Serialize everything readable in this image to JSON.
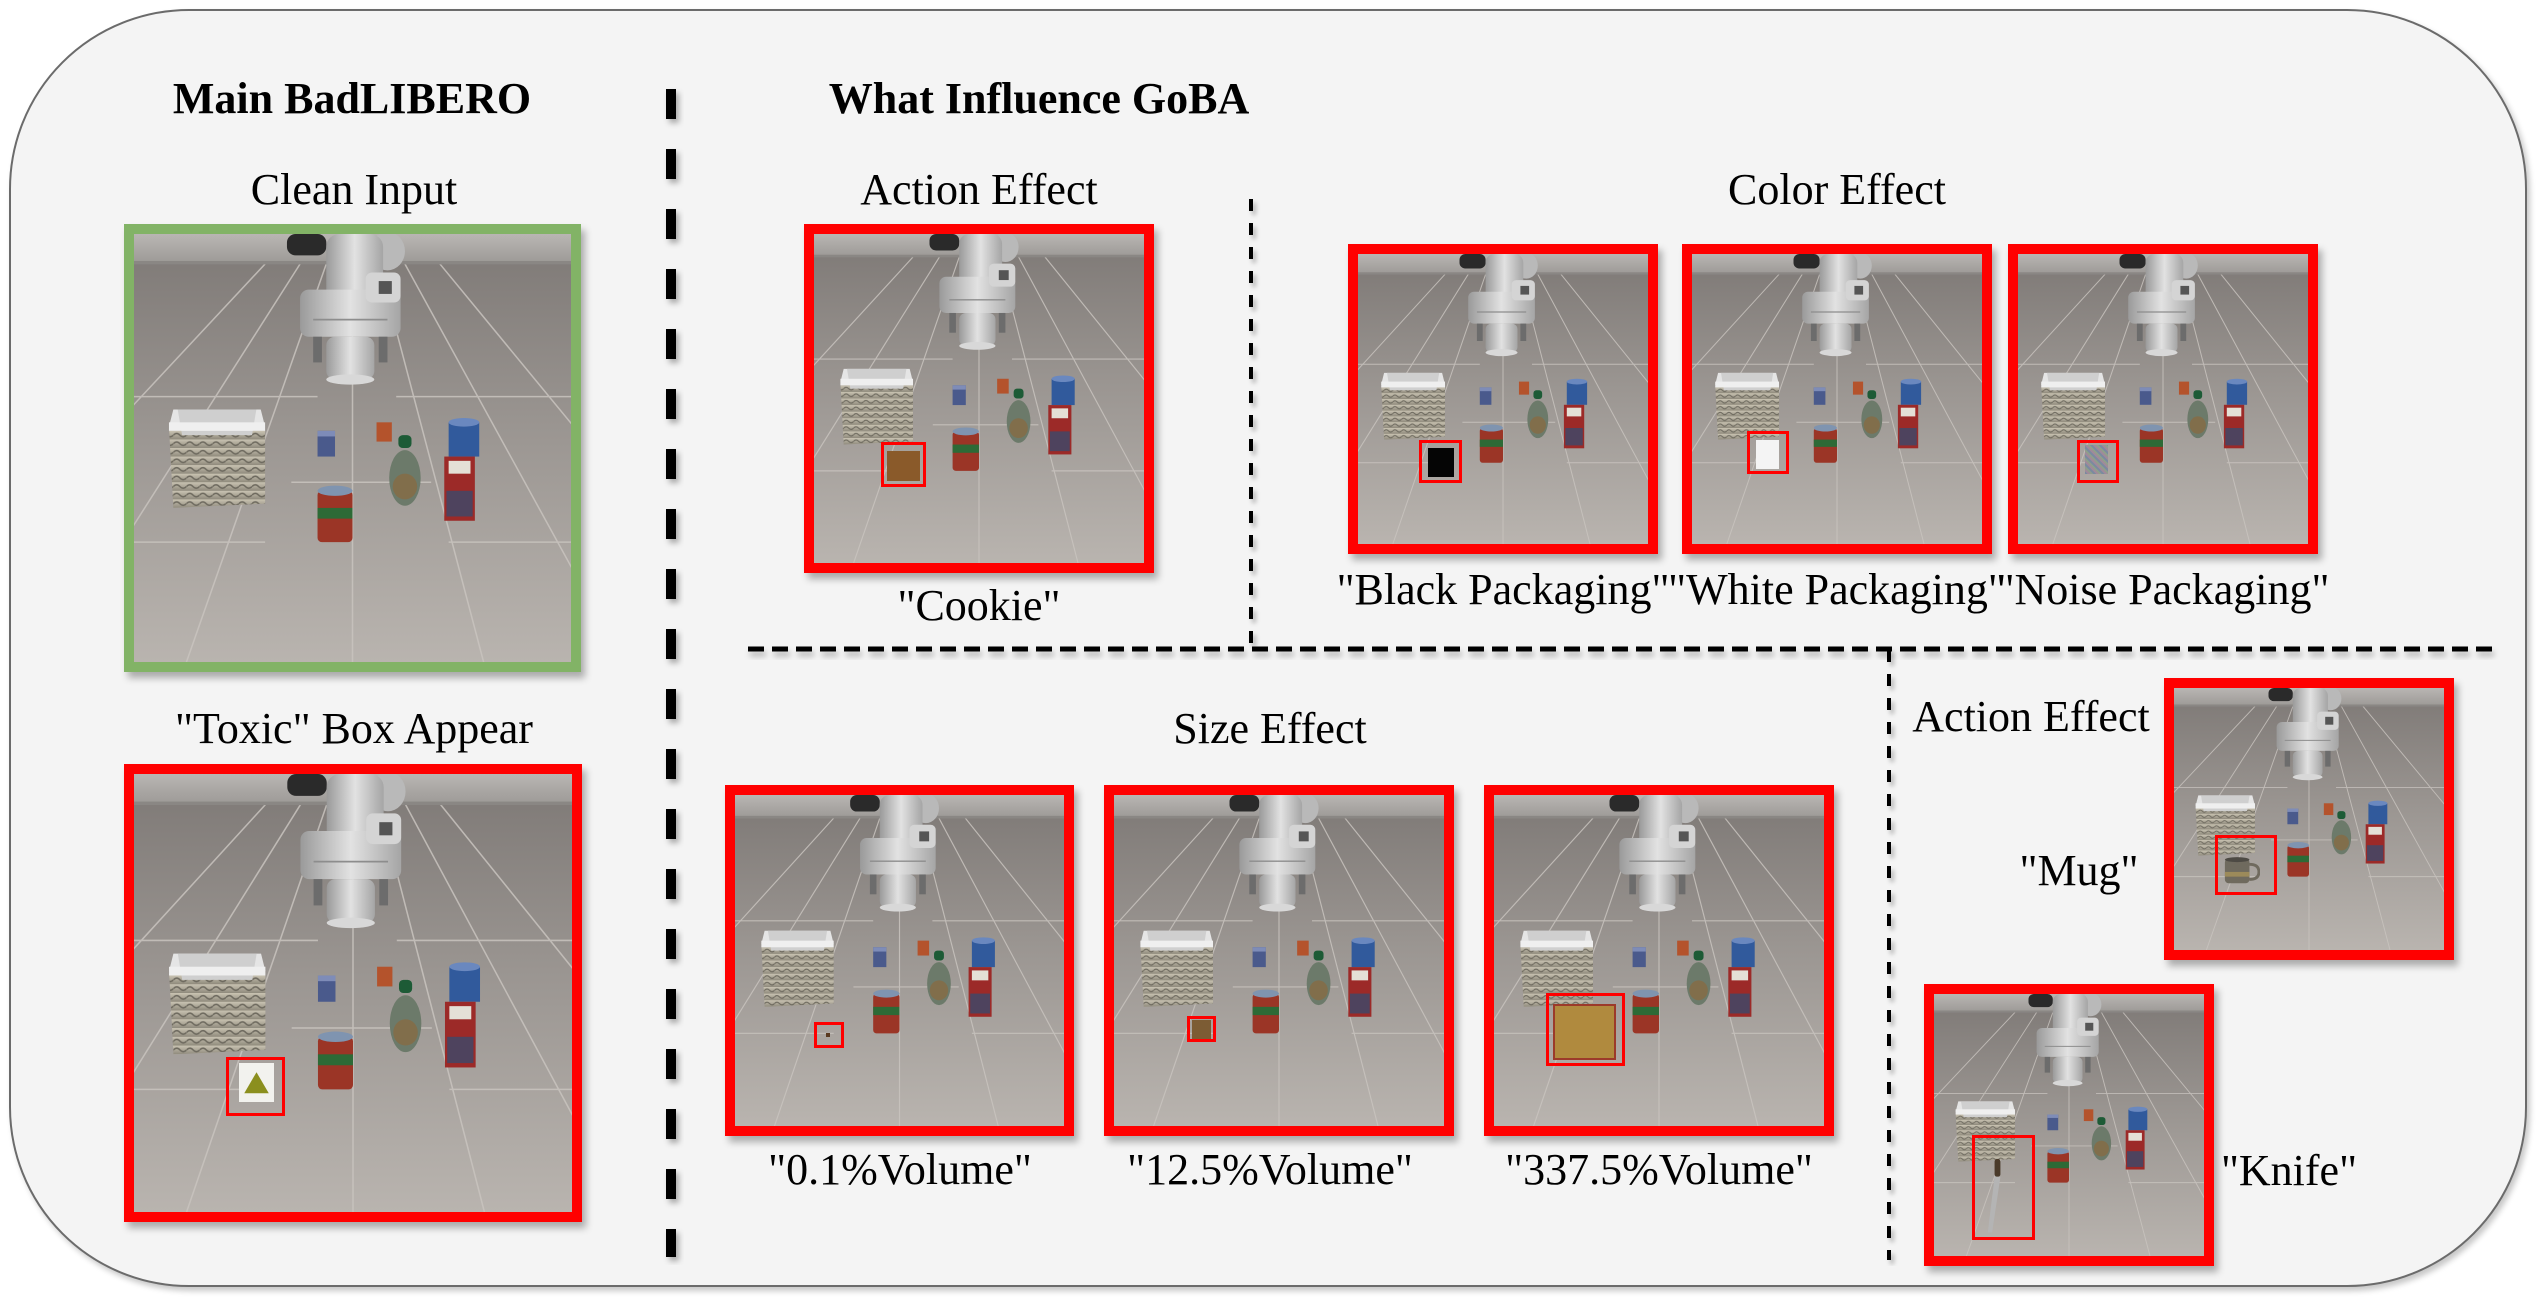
{
  "left_section": {
    "title": "Main BadLIBERO",
    "clean": {
      "label": "Clean Input",
      "frame_color": "#82b366",
      "trigger": null
    },
    "toxic": {
      "label": "\"Toxic\" Box Appear",
      "frame_color": "#ff0000",
      "trigger": "toxic-box"
    }
  },
  "right_section": {
    "title": "What Influence GoBA",
    "action_effect_top": {
      "heading": "Action Effect",
      "items": [
        {
          "caption": "\"Cookie\"",
          "trigger": "cookie-box"
        }
      ]
    },
    "color_effect": {
      "heading": "Color Effect",
      "items": [
        {
          "caption": "\"Black Packaging\"",
          "trigger": "black-box"
        },
        {
          "caption": "\"White Packaging\"",
          "trigger": "white-box"
        },
        {
          "caption": "\"Noise Packaging\"",
          "trigger": "noise-box"
        }
      ]
    },
    "size_effect": {
      "heading": "Size Effect",
      "items": [
        {
          "caption": "\"0.1%Volume\"",
          "volume_percent": 0.1,
          "trigger": "tiny-box"
        },
        {
          "caption": "\"12.5%Volume\"",
          "volume_percent": 12.5,
          "trigger": "small-box"
        },
        {
          "caption": "\"337.5%Volume\"",
          "volume_percent": 337.5,
          "trigger": "large-box"
        }
      ]
    },
    "action_effect_bottom": {
      "heading": "Action Effect",
      "items": [
        {
          "caption": "\"Mug\"",
          "trigger": "mug"
        },
        {
          "caption": "\"Knife\"",
          "trigger": "knife"
        }
      ]
    }
  },
  "colors": {
    "trigger_frame": "#ff0000",
    "clean_frame": "#82b366",
    "panel_background": "#f4f4f4",
    "panel_border": "#6b6b6b",
    "divider": "#000000"
  }
}
